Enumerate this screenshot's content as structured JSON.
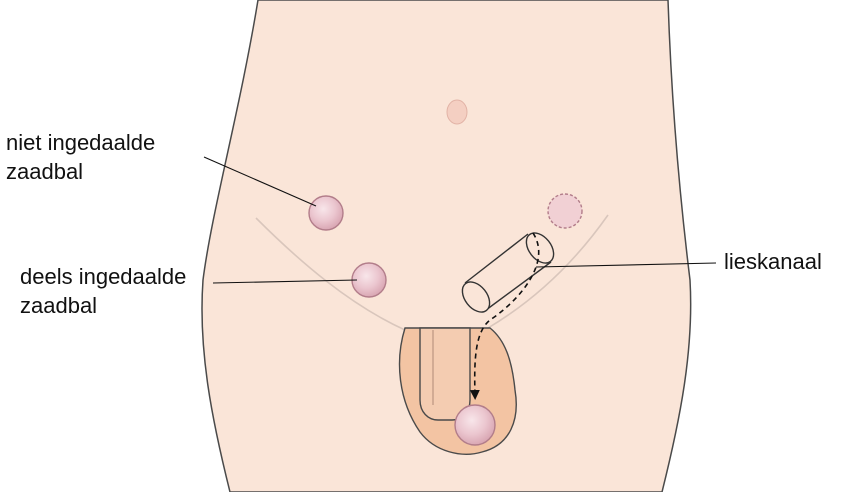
{
  "labels": {
    "undescended_line1": "niet ingedaalde",
    "undescended_line2": "zaadbal",
    "partial_line1": "deels ingedaalde",
    "partial_line2": "zaadbal",
    "canal": "lieskanaal"
  },
  "colors": {
    "skin": "#fae5d8",
    "skin_outline": "#4a4a4a",
    "groin_crease": "#d9c6bc",
    "scrotum": "#f3c4a3",
    "penis": "#f4ccb1",
    "testis": "#e9c3cb",
    "testis_outline": "#b27d8a",
    "navel": "#f4cfc2",
    "leader_line": "#111111"
  }
}
